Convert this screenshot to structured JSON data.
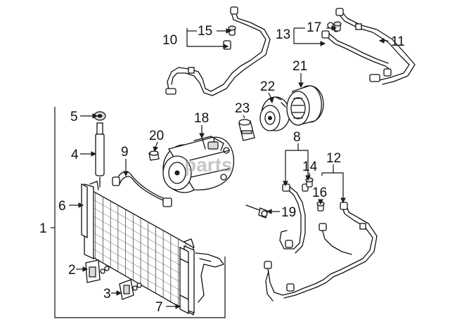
{
  "watermark": "parts",
  "callouts": [
    {
      "id": "1",
      "label": "1"
    },
    {
      "id": "2",
      "label": "2"
    },
    {
      "id": "3",
      "label": "3"
    },
    {
      "id": "4",
      "label": "4"
    },
    {
      "id": "5",
      "label": "5"
    },
    {
      "id": "6",
      "label": "6"
    },
    {
      "id": "7",
      "label": "7"
    },
    {
      "id": "8",
      "label": "8"
    },
    {
      "id": "9",
      "label": "9"
    },
    {
      "id": "10",
      "label": "10"
    },
    {
      "id": "11",
      "label": "11"
    },
    {
      "id": "12",
      "label": "12"
    },
    {
      "id": "13",
      "label": "13"
    },
    {
      "id": "14",
      "label": "14"
    },
    {
      "id": "15",
      "label": "15"
    },
    {
      "id": "16",
      "label": "16"
    },
    {
      "id": "17",
      "label": "17"
    },
    {
      "id": "18",
      "label": "18"
    },
    {
      "id": "19",
      "label": "19"
    },
    {
      "id": "20",
      "label": "20"
    },
    {
      "id": "21",
      "label": "21"
    },
    {
      "id": "22",
      "label": "22"
    },
    {
      "id": "23",
      "label": "23"
    }
  ]
}
